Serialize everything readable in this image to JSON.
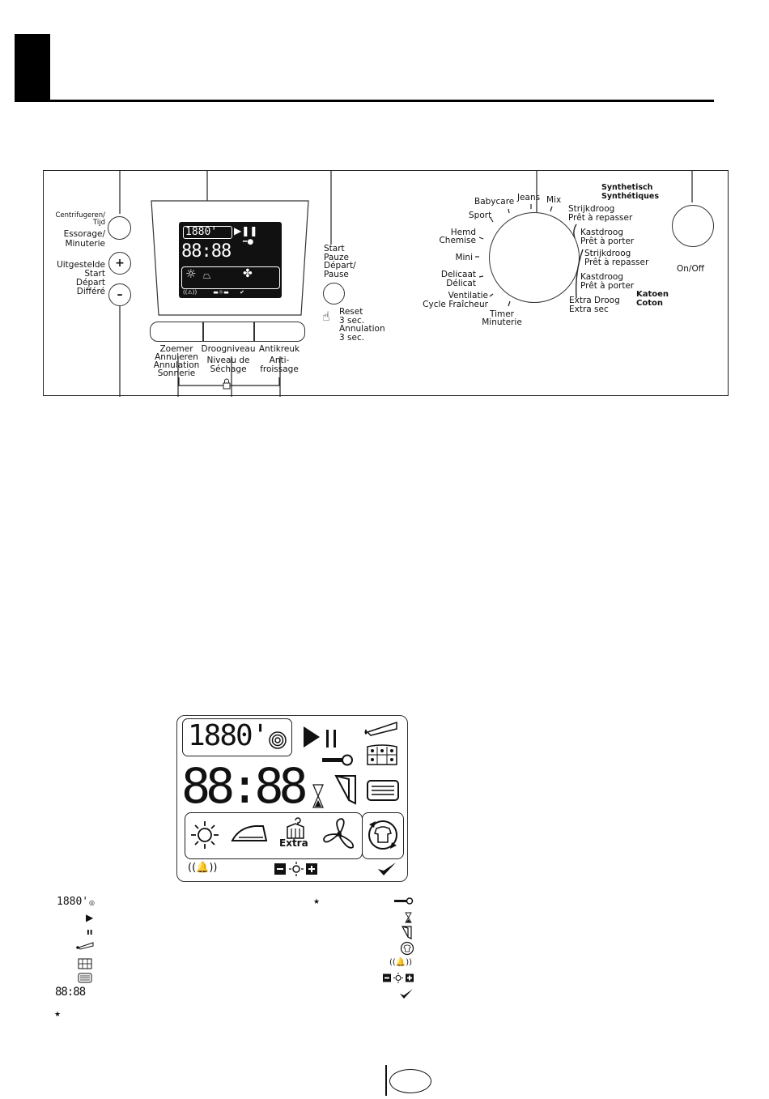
{
  "panel": {
    "spin_time": [
      "Centrifugeren/",
      "Tijd",
      "Essorage/",
      "Minuterie"
    ],
    "delay_start": [
      "Uitgestelde",
      "Start",
      "Départ",
      "Différé"
    ],
    "plus_label": "+",
    "minus_label": "–",
    "start_pause": [
      "Start",
      "Pauze",
      "Départ/",
      "Pause"
    ],
    "reset": [
      "Reset",
      "3 sec.",
      "Annulation",
      "3 sec."
    ],
    "buzzer": [
      "Zoemer",
      "Annuleren",
      "Annulation",
      "Sonnerie"
    ],
    "dry_level": [
      "Droogniveau",
      "Niveau de",
      "Séchage"
    ],
    "anticrease": [
      "Antikreuk",
      "Anti-",
      "froissage"
    ],
    "onoff": "On/Off"
  },
  "lcd": {
    "top_digits": "1880'",
    "clock": "88:88",
    "extra": "Extra"
  },
  "dial": {
    "babycare": "Babycare",
    "jeans": "Jeans",
    "mix": "Mix",
    "sport": "Sport",
    "hemd": [
      "Hemd",
      "Chemise"
    ],
    "mini": "Mini",
    "delicaat": [
      "Delicaat",
      "Délicat"
    ],
    "ventilatie": [
      "Ventilatie",
      "Cycle Fraîcheur"
    ],
    "timer": [
      "Timer",
      "Minuterie"
    ],
    "synthetic_title": [
      "Synthetisch",
      "Synthétiques"
    ],
    "syn_strijk": [
      "Strijkdroog",
      "Prêt à repasser"
    ],
    "syn_kast": [
      "Kastdroog",
      "Prêt à porter"
    ],
    "cot_strijk": [
      "Strijkdroog",
      "Prêt à repasser"
    ],
    "cot_kast": [
      "Kastdroog",
      "Prêt à porter"
    ],
    "cot_extra": [
      "Extra Droog",
      "Extra sec"
    ],
    "cotton_title": [
      "Katoen",
      "Coton"
    ]
  },
  "legend": {
    "digits": "1880'",
    "clock": "88:88",
    "star": "★"
  }
}
